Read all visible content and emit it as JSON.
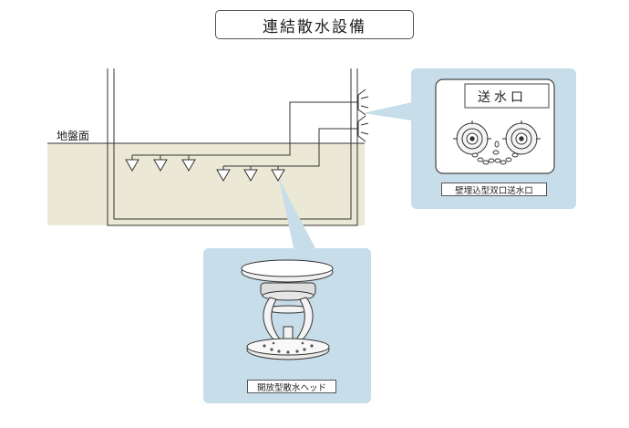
{
  "title": "連結散水設備",
  "ground_label": "地盤面",
  "inlet": {
    "plate_text": "送水口",
    "caption": "壁埋込型双口送水口"
  },
  "head": {
    "caption": "開放型散水ヘッド"
  },
  "colors": {
    "ground_fill": "#ebe8d6",
    "callout_fill": "#c7dde9",
    "line": "#333333"
  }
}
